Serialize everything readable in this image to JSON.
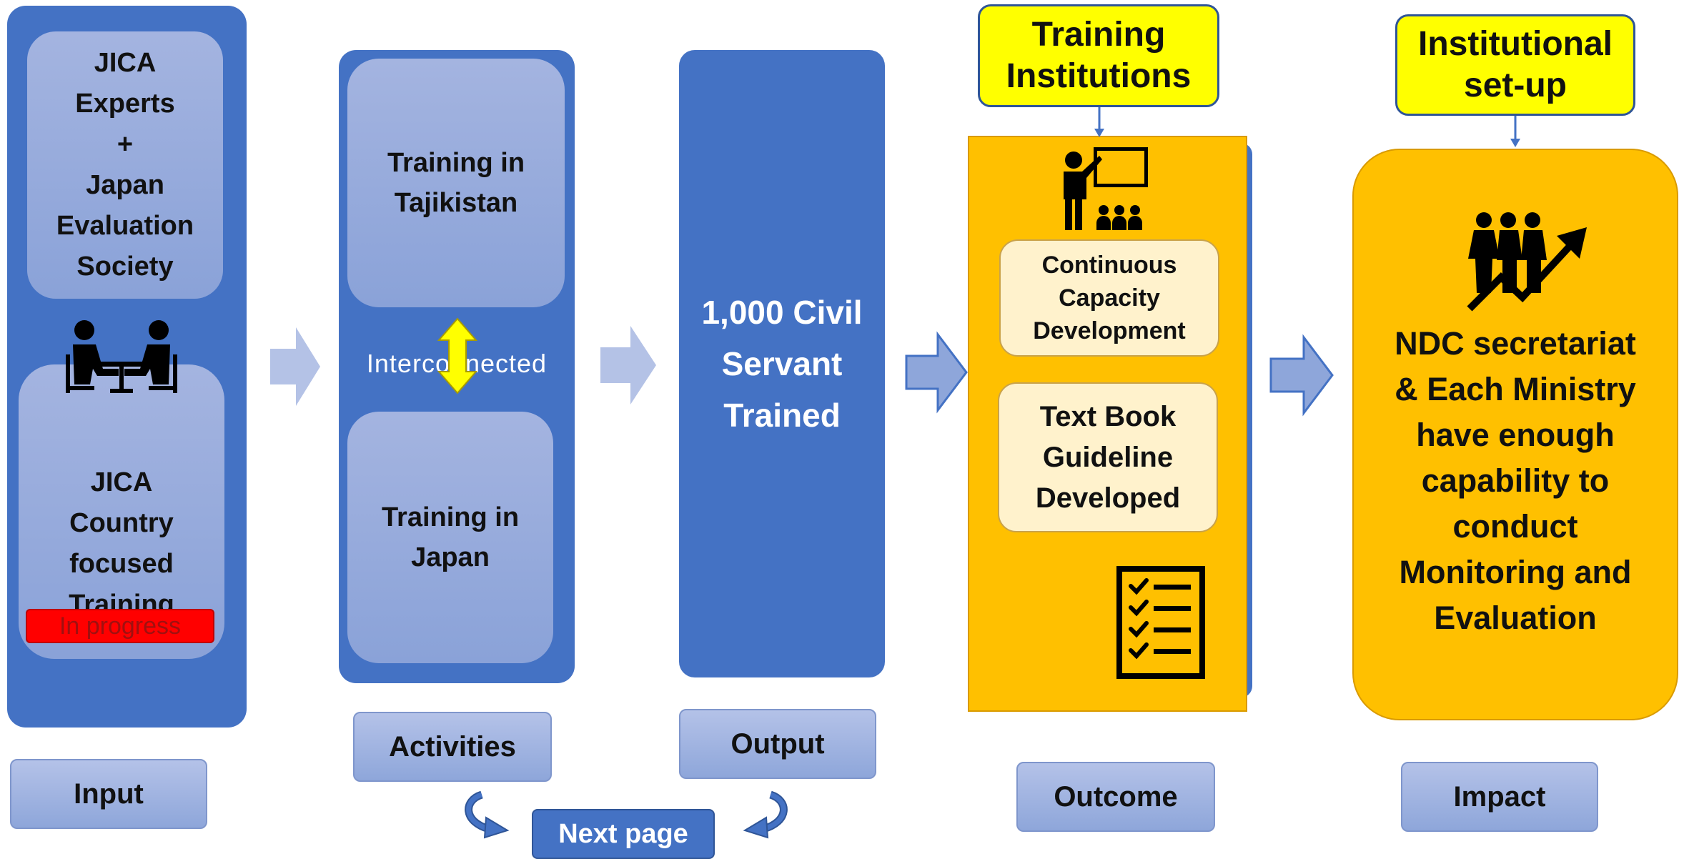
{
  "input": {
    "box1_lines": [
      "JICA",
      "Experts",
      "+",
      "Japan",
      "Evaluation",
      "Society"
    ],
    "box2_lines": [
      "JICA",
      "Country",
      "focused",
      "Training"
    ],
    "status_badge": "In progress",
    "label": "Input"
  },
  "activities": {
    "box1_lines": [
      "Training in",
      "Tajikistan"
    ],
    "connector_text": "Interconnected",
    "box2_lines": [
      "Training in",
      "Japan"
    ],
    "label": "Activities"
  },
  "output": {
    "lines": [
      "1,000 Civil",
      "Servant",
      "Trained"
    ],
    "label": "Output"
  },
  "outcome": {
    "callout_lines": [
      "Training",
      "Institutions"
    ],
    "box1_lines": [
      "Continuous",
      "Capacity",
      "Development"
    ],
    "box2_lines": [
      "Text Book",
      "Guideline",
      "Developed"
    ],
    "label": "Outcome"
  },
  "impact": {
    "callout_lines": [
      "Institutional",
      "set-up"
    ],
    "text_lines": [
      "NDC secretariat",
      "& Each Ministry",
      "have enough",
      "capability to",
      "conduct",
      "Monitoring and",
      "Evaluation"
    ],
    "label": "Impact"
  },
  "navigation": {
    "next_page_label": "Next page"
  },
  "icons": [
    "meeting-people-icon",
    "teacher-board-icon",
    "checklist-icon",
    "people-growth-arrow-icon",
    "right-arrow-icon",
    "double-arrow-icon",
    "curved-arrow-icon"
  ],
  "colors": {
    "blue": "#4472c4",
    "light_blue": "#8ea6da",
    "gold": "#ffc000",
    "cream": "#fff2cc",
    "yellow": "#ffff00",
    "red": "#ff0000"
  }
}
